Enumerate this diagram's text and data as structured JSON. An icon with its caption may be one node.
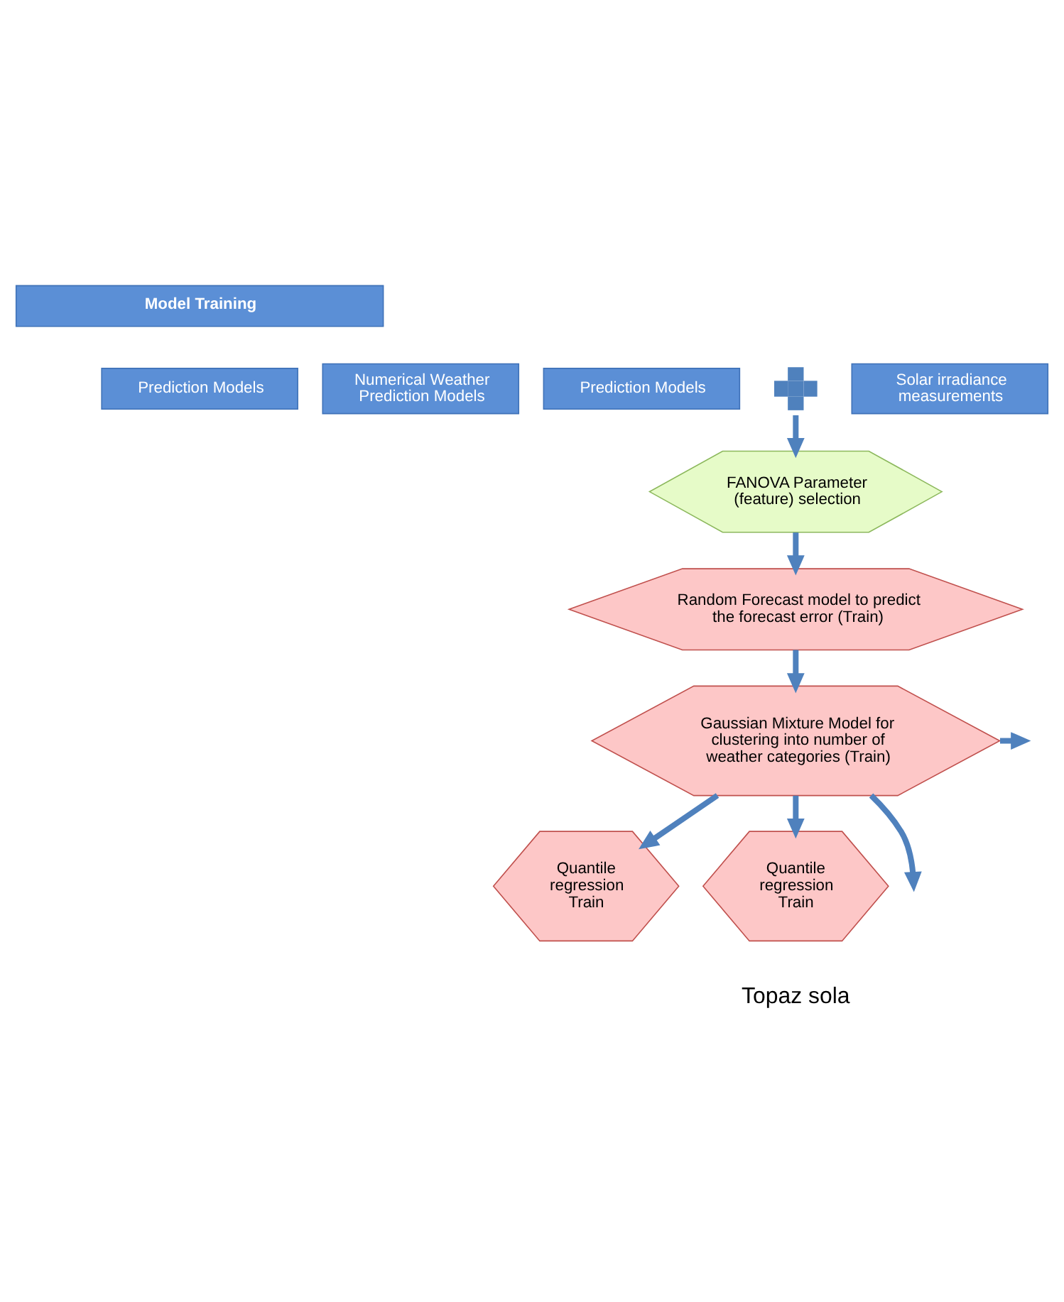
{
  "diagram": {
    "nodes": [
      {
        "text": [
          "Model Training"
        ]
      },
      {
        "text": [
          "Numerical Weather Prediction Models"
        ]
      },
      {
        "text": [
          "Prediction Models"
        ]
      },
      {
        "text": [
          "Prediction Models"
        ]
      },
      {
        "text": [],
        "shape": "cross"
      },
      {
        "text": [
          "Solar irradiance measurements"
        ]
      },
      {
        "text": [
          "FANOVA Parameter (feature) selection"
        ]
      },
      {
        "text": [
          "Random Forecast model to predict the forecast error (Train)"
        ]
      },
      {
        "text": [
          "Gaussian Mixture Model for clustering into number of weather categories (Train)"
        ]
      },
      {
        "text": [
          "Quantile regression Train"
        ]
      },
      {
        "text": [
          "Quantile regression Train"
        ]
      }
    ],
    "edges": [
      {
        "from": 4,
        "to": 6,
        "arrow": "to"
      },
      {
        "from": 6,
        "to": 7,
        "arrow": "to"
      },
      {
        "from": 7,
        "to": 8,
        "arrow": "to"
      },
      {
        "from": 8,
        "to": null,
        "arrow": "to"
      },
      {
        "from": 8,
        "to": 9,
        "arrow": "to"
      },
      {
        "from": 8,
        "to": 10,
        "arrow": "to"
      },
      {
        "from": 8,
        "to": null,
        "arrow": "to"
      }
    ],
    "labels": [
      "Topaz sola"
    ]
  }
}
